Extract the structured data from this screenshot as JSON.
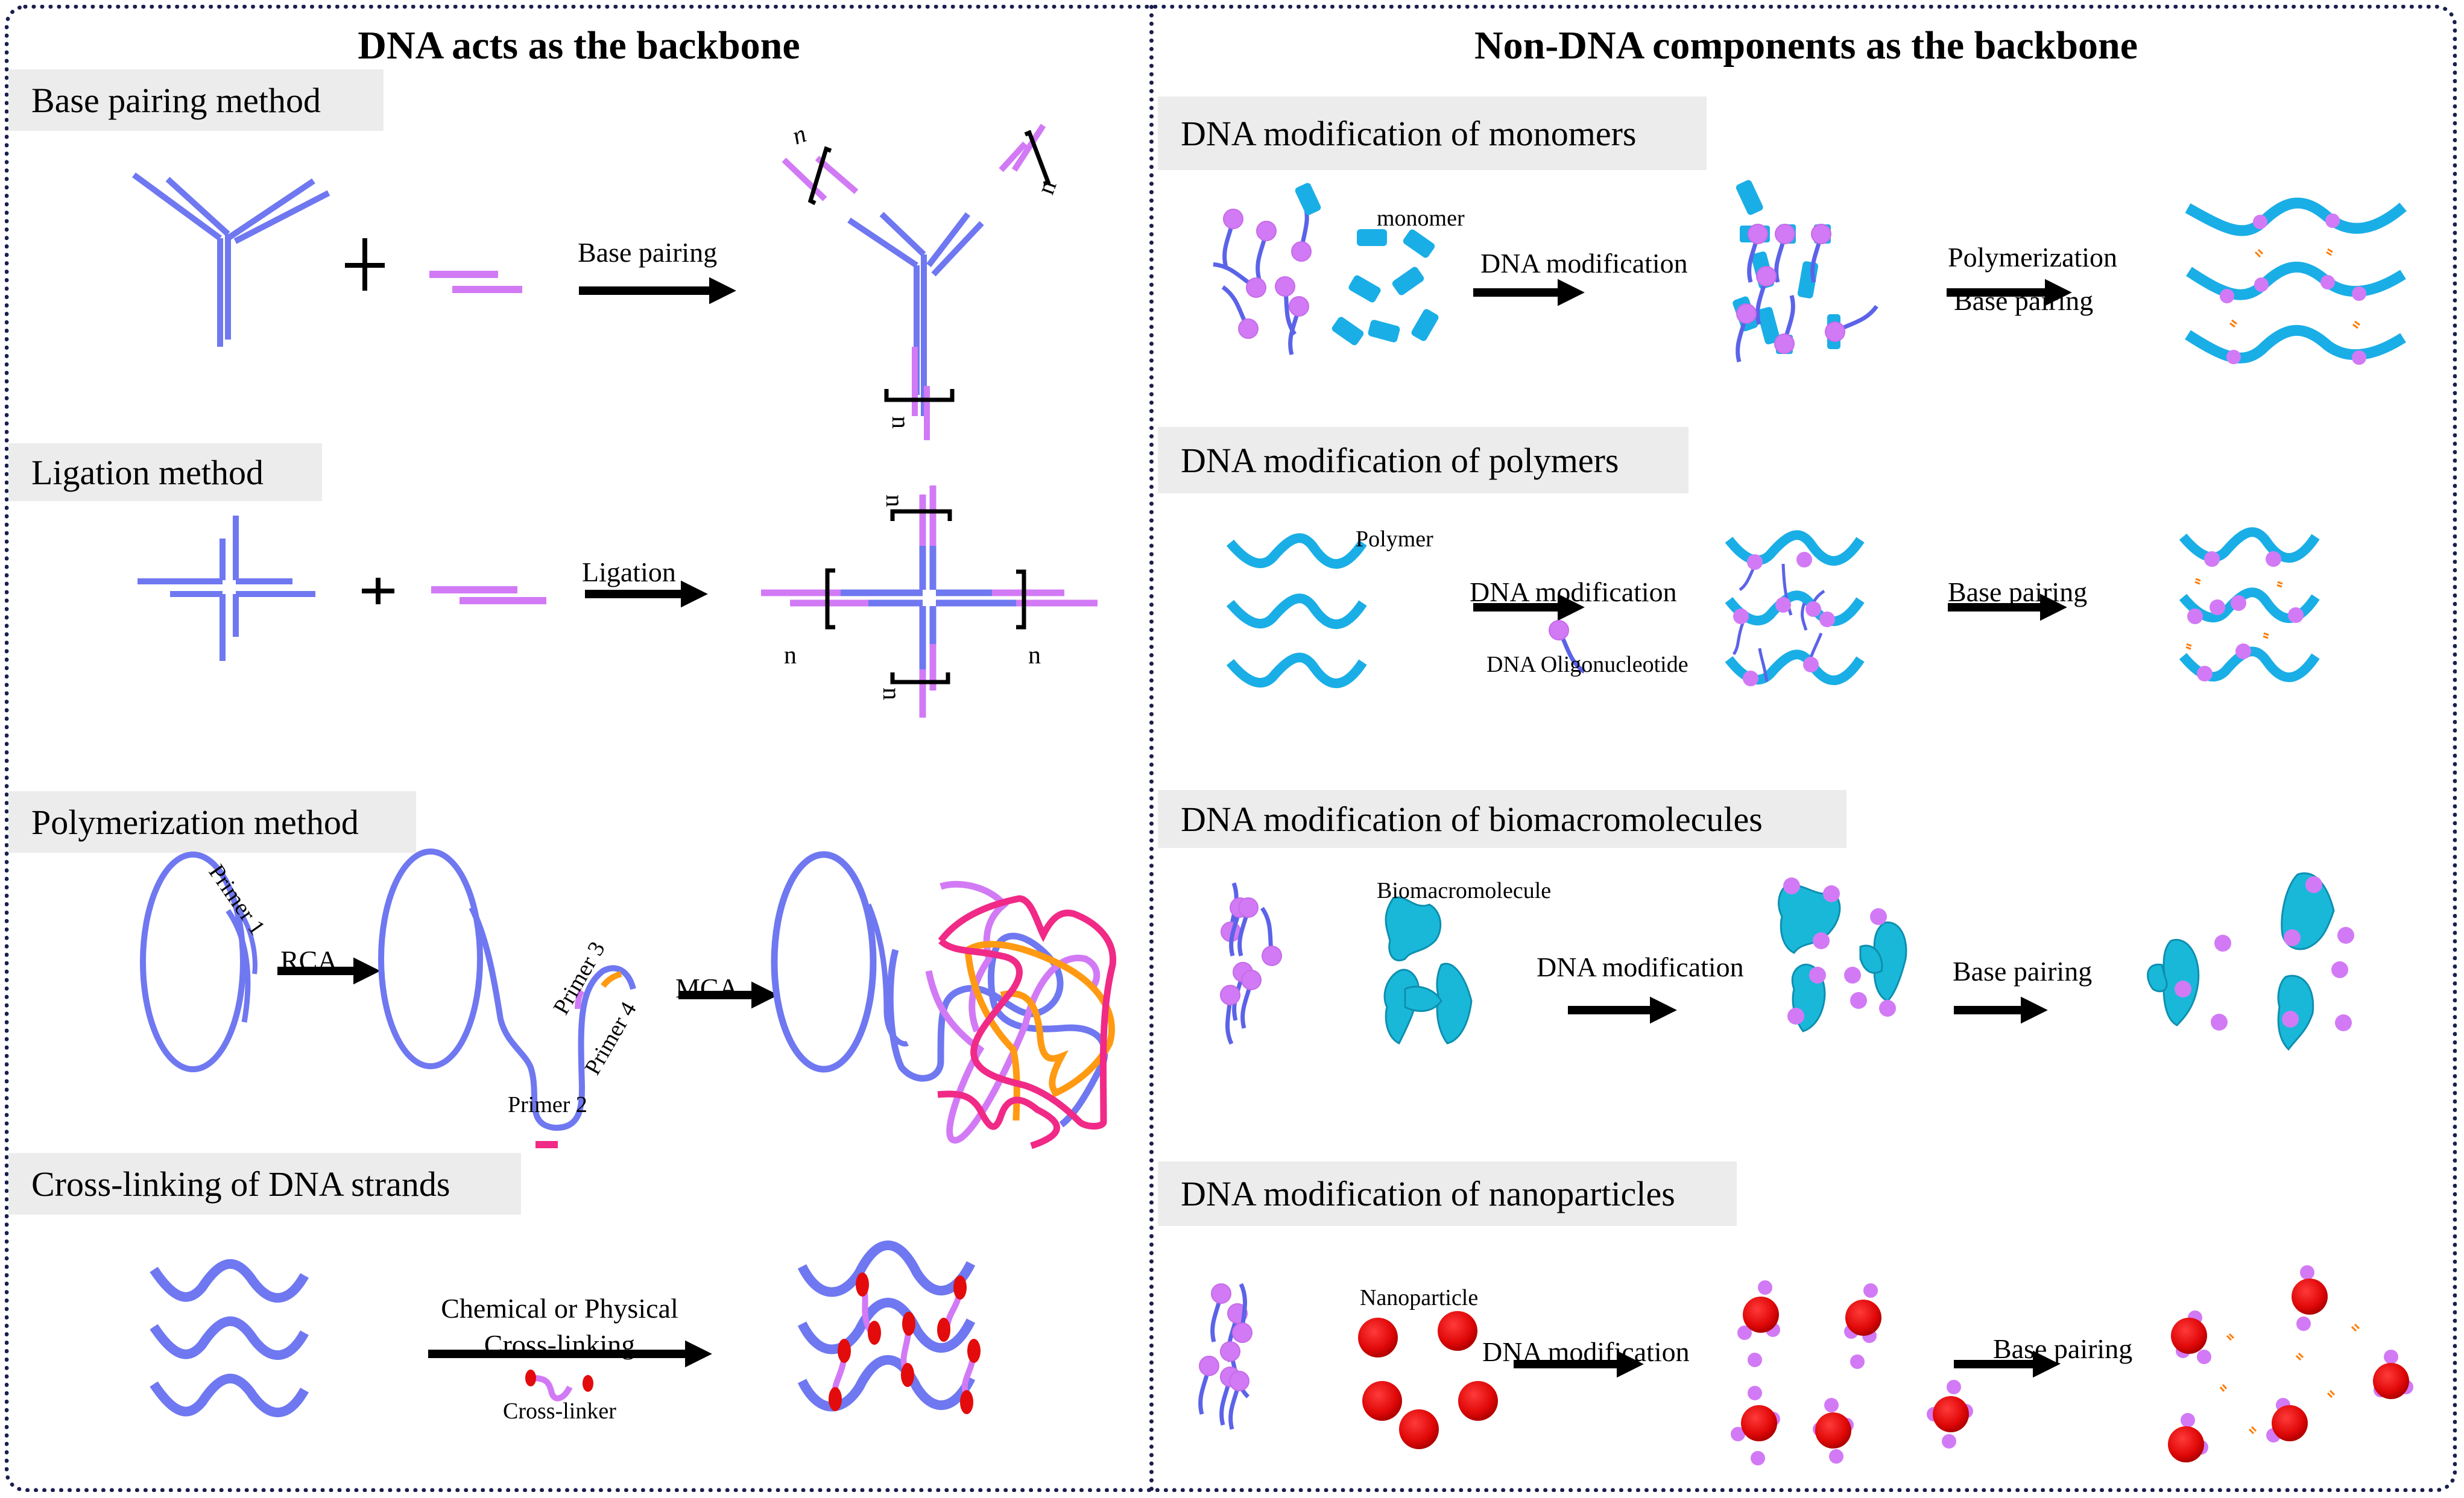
{
  "colors": {
    "dna_blue": "#6f78f0",
    "dna_pink": "#d27af5",
    "polymer_cyan": "#1aaee6",
    "red_particle": "#e30b0b",
    "magenta": "#f02a86",
    "orange": "#ff9a12",
    "label_bg": "#ececec",
    "border": "#1a1f4d"
  },
  "left_panel": {
    "title": "DNA acts as the backbone",
    "sections": [
      {
        "label": "Base pairing method",
        "arrow_label": "Base pairing",
        "plus": "+",
        "repeat_marks": [
          "n",
          "n",
          "n"
        ]
      },
      {
        "label": "Ligation method",
        "arrow_label": "Ligation",
        "plus": "+",
        "repeat_marks": [
          "n",
          "n",
          "n",
          "n"
        ]
      },
      {
        "label": "Polymerization method",
        "arrow_labels": [
          "RCA",
          "MCA"
        ],
        "primers": [
          "Primer 1",
          "Primer 2",
          "Primer 3",
          "Primer 4"
        ]
      },
      {
        "label": "Cross-linking of DNA strands",
        "arrow_label_line1": "Chemical or Physical",
        "arrow_label_line2": "Cross-linking",
        "legend": "Cross-linker"
      }
    ]
  },
  "right_panel": {
    "title": "Non-DNA components as the backbone",
    "sections": [
      {
        "label": "DNA modification of monomers",
        "component_label": "monomer",
        "arrow1_label": "DNA modification",
        "arrow2_label_line1": "Polymerization",
        "arrow2_label_line2": "Base pairing"
      },
      {
        "label": "DNA modification of polymers",
        "component_label": "Polymer",
        "arrow1_label": "DNA modification",
        "legend": "DNA Oligonucleotide",
        "arrow2_label": "Base pairing"
      },
      {
        "label": "DNA modification of biomacromolecules",
        "component_label": "Biomacromolecule",
        "arrow1_label": "DNA modification",
        "arrow2_label": "Base pairing"
      },
      {
        "label": "DNA modification of nanoparticles",
        "component_label": "Nanoparticle",
        "arrow1_label": "DNA modification",
        "arrow2_label": "Base pairing"
      }
    ]
  }
}
